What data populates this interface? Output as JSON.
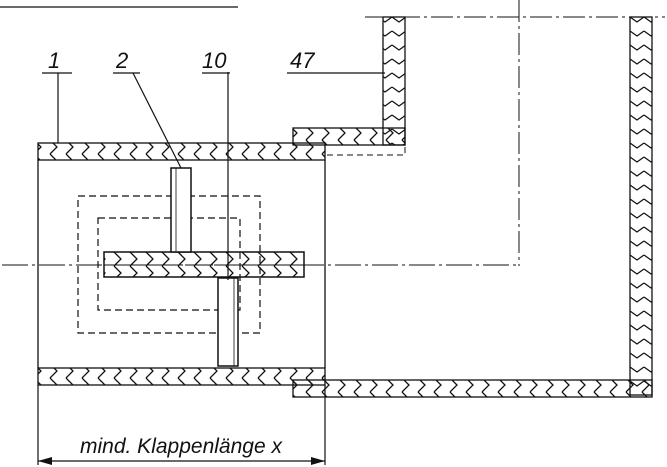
{
  "labels": {
    "part_1": "1",
    "part_2": "2",
    "part_10": "10",
    "part_47": "47"
  },
  "dimension": {
    "text": "mind. Klappenlänge x"
  },
  "colors": {
    "ink": "#111111",
    "background": "#ffffff"
  }
}
